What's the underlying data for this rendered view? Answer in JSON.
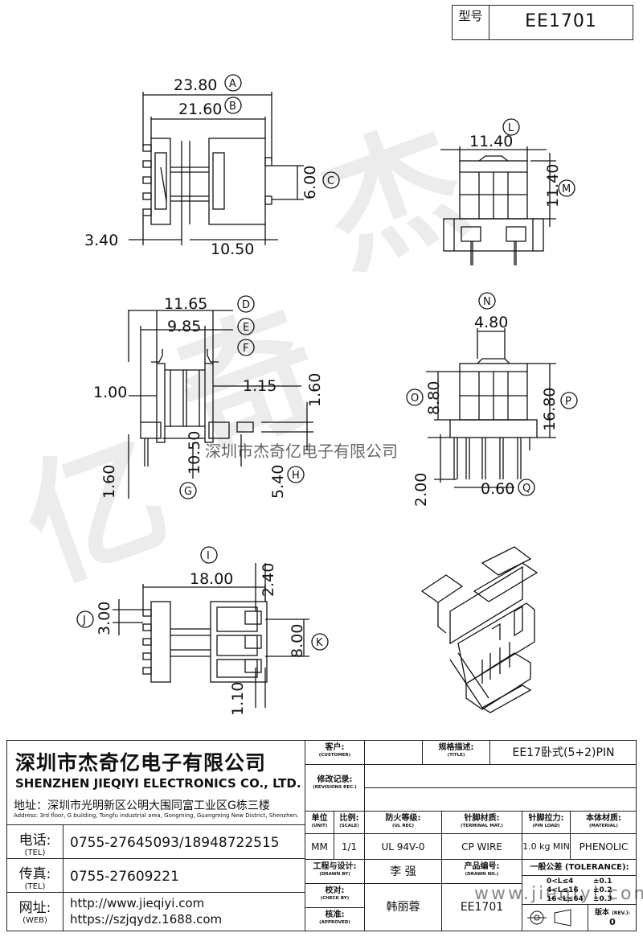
{
  "model": {
    "label": "型号",
    "value": "EE1701"
  },
  "dimensions": {
    "A": "23.80",
    "B": "21.60",
    "C": "6.00",
    "left_offset": "3.40",
    "bottom_width": "10.50",
    "L": "11.40",
    "M": "11.40",
    "D": "11.65",
    "E": "9.85",
    "flange": "1.00",
    "slot": "1.15",
    "top_h": "1.60",
    "side_h": "1.60",
    "G": "10.50",
    "H": "5.40",
    "N": "4.80",
    "O": "8.80",
    "P": "16.80",
    "pin_len": "2.00",
    "Q": "0.60",
    "I": "18.00",
    "I2": "2.40",
    "J": "3.00",
    "K": "8.00",
    "bot_gap": "1.10"
  },
  "markers": [
    "A",
    "B",
    "C",
    "D",
    "E",
    "F",
    "G",
    "H",
    "I",
    "J",
    "K",
    "L",
    "M",
    "N",
    "O",
    "P",
    "Q"
  ],
  "watermark": {
    "company": "深圳市杰奇亿电子有限公司",
    "url": "www.jieqiyi.com"
  },
  "title_block": {
    "company_cn": "深圳市杰奇亿电子有限公司",
    "company_en": "SHENZHEN JIEQIYI ELECTRONICS CO., LTD.",
    "address_cn": "地址：深圳市光明新区公明大围同富工业区G栋三楼",
    "address_en": "Address: 3rd floor, G building, Tongfu industrial area, Gongming, Guangming New District, Shenzhen.",
    "contacts": [
      {
        "label_cn": "电话:",
        "label_en": "(TEL)",
        "value": "0755-27645093/18948722515"
      },
      {
        "label_cn": "传真:",
        "label_en": "(TEL)",
        "value": "0755-27609221"
      },
      {
        "label_cn": "网址:",
        "label_en": "(WEB)",
        "value": "http://www.jieqiyi.com",
        "value2": "https://szjqydz.1688.com"
      }
    ],
    "customer": {
      "c": "客户:",
      "e": "(CUSTOMER)"
    },
    "title": {
      "c": "规格描述:",
      "e": "(TITLE)",
      "value": "EE17卧式(5+2)PIN"
    },
    "revisions": {
      "c": "修改记录:",
      "e": "(REVISIONS REC.)"
    },
    "specs": [
      {
        "c": "单位",
        "e": "(UNIT)",
        "value": "MM"
      },
      {
        "c": "比例:",
        "e": "(SCALE)",
        "value": "1/1"
      },
      {
        "c": "防火等级:",
        "e": "(UL REC)",
        "value": "UL 94V-0"
      },
      {
        "c": "针脚材质:",
        "e": "(TERMINAL MAT.)",
        "value": "CP WIRE"
      },
      {
        "c": "针脚拉力:",
        "e": "(PIN LOAD)",
        "value": "1.0 kg MIN"
      },
      {
        "c": "本体材质:",
        "e": "(MATERIAL)",
        "value": "PHENOLIC"
      }
    ],
    "drawn_by": {
      "c": "工程与设计:",
      "e": "(DRAWN BY)",
      "value": "李 强"
    },
    "check_by": {
      "c": "校对:",
      "e": "(CHECK BY)"
    },
    "approved": {
      "c": "核准:",
      "e": "(APPROVED)",
      "value": "韩丽蓉"
    },
    "drawing_no": {
      "c": "产品编号:",
      "e": "(DRAWN NO.)",
      "value": "EE1701"
    },
    "tolerance": {
      "title": "一般公差 (TOLERANCE):",
      "rows": [
        {
          "range": "0<L≤4",
          "tol": "±0.1"
        },
        {
          "range": "4<L≤16",
          "tol": "±0.2"
        },
        {
          "range": "16<L≤64",
          "tol": "±0.3"
        }
      ]
    },
    "version": {
      "c": "版本",
      "e": "(REV.):",
      "value": "0"
    }
  }
}
